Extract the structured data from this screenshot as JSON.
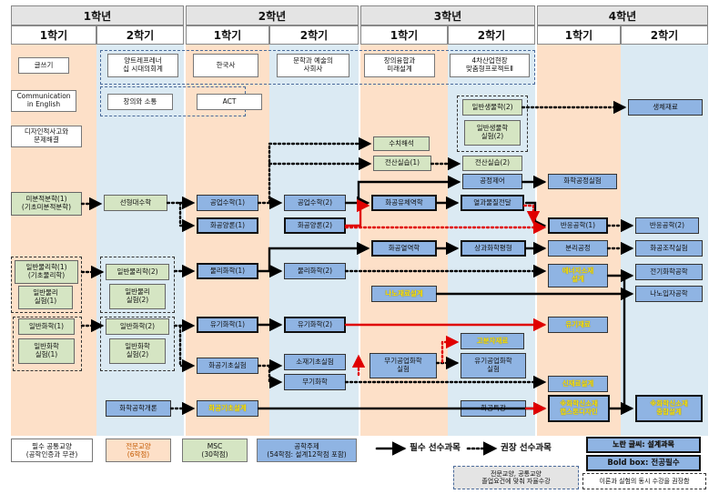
{
  "header": {
    "years": [
      "1학년",
      "2학년",
      "3학년",
      "4학년"
    ],
    "semesters": [
      "1학기",
      "2학기",
      "1학기",
      "2학기",
      "1학기",
      "2학기",
      "1학기",
      "2학기"
    ]
  },
  "general_courses": {
    "writing": "글쓰기",
    "global_history": "양트레프레너\n십 시대의회계",
    "korean_history": "한국사",
    "literature_arts": "문학과 예술의\n사회사",
    "creative_convergence": "창의융합과\n미래설계",
    "industry4_project": "4차산업현장\n맞춤형프로젝트Ⅱ",
    "communication_english": "Communication\nin English",
    "creativity_communication": "창의와 소통",
    "act": "ACT",
    "design_thinking": "디자인적사고와\n문제해결"
  },
  "fundamental_courses": {
    "calculus1": "미분적분학(1)\n(기초미분적분학)",
    "linear_algebra": "선형대수학",
    "physics1": "일반물리학(1)\n(기초물리학)",
    "physics_lab1": "일반물리\n실험(1)",
    "physics2": "일반물리학(2)",
    "physics_lab2": "일반물리\n실험(2)",
    "chemistry1": "일반화학(1)",
    "chem_lab1": "일반화학\n실험(1)",
    "chemistry2": "일반화학(2)",
    "chem_lab2": "일반화학\n실험(2)",
    "biology2": "일반생물학(2)",
    "bio_lab2": "일반생물학\n실험(2)"
  },
  "major_courses": {
    "eng_math1": "공업수학(1)",
    "eng_math2": "공업수학(2)",
    "chem_eng_calc1": "화공양론(1)",
    "chem_eng_calc2": "화공양론(2)",
    "numerical": "수치해석",
    "computing1": "전산실습(1)",
    "computing2": "전산실습(2)",
    "process_control": "공정제어",
    "fluid": "화공유체역학",
    "heat_mass": "열과물질전달",
    "chem_process_lab": "화학공정실험",
    "reaction1": "반응공학(1)",
    "reaction2": "반응공학(2)",
    "thermo": "화공열역학",
    "phase_eq": "상과화학평형",
    "separation": "분리공정",
    "unit_op_lab": "화공조작실험",
    "phys_chem1": "물리화학(1)",
    "phys_chem2": "물리화학(2)",
    "energy_design": "에너지소재\n설계",
    "electrochem": "전기화학공학",
    "nano_design": "나노재료설계",
    "nano_particle": "나노입자공학",
    "org_chem1": "유기화학(1)",
    "org_chem2": "유기화학(2)",
    "org_materials": "유기재료",
    "polymer": "고분자재료",
    "basic_lab": "화공기초실험",
    "materials_basic_lab": "소재기초실험",
    "inorg_lab": "무기공업화학\n실험",
    "org_ind_lab": "유기공업화학\n실험",
    "inorg_chem": "무기화학",
    "new_materials_design": "신재료설계",
    "biomaterials": "생체재료",
    "intro_chem_eng": "화학공학개론",
    "basic_design": "화공기초설계",
    "special_topics": "화공특강",
    "capstone1": "※화학신소재\n캡스톤디자인",
    "capstone2": "※화학신소재\n종합설계"
  },
  "legend": {
    "general_required": "필수 공통교양\n(공학인증과 무관)",
    "major_core": "전문교양\n(6학점)",
    "msc": "MSC\n(30학점)",
    "major_topic": "공학주제\n(54학점: 설계12학점 포함)",
    "required_prereq": "필수 선수과목",
    "recommended_prereq": "권장 선수과목",
    "yellow_note": "노란 글씨: 설계과목",
    "bold_box": "Bold box: 전공필수",
    "elective_note": "전문교양, 공통교양\n졸업요건에 맞춰 자율수강",
    "concurrent_note": "이론과 실험의 동시 수강을 권장함"
  },
  "colors": {
    "general_band": "#fde0c8",
    "fund_band": "#dbeaf3",
    "major_box": "#8fb4e3",
    "fund_box": "#d5e5c3",
    "required_arrow": "#000000",
    "recommended_arrow": "#000000",
    "highlight_arrow": "#e00000",
    "design_text": "#ffe600"
  }
}
